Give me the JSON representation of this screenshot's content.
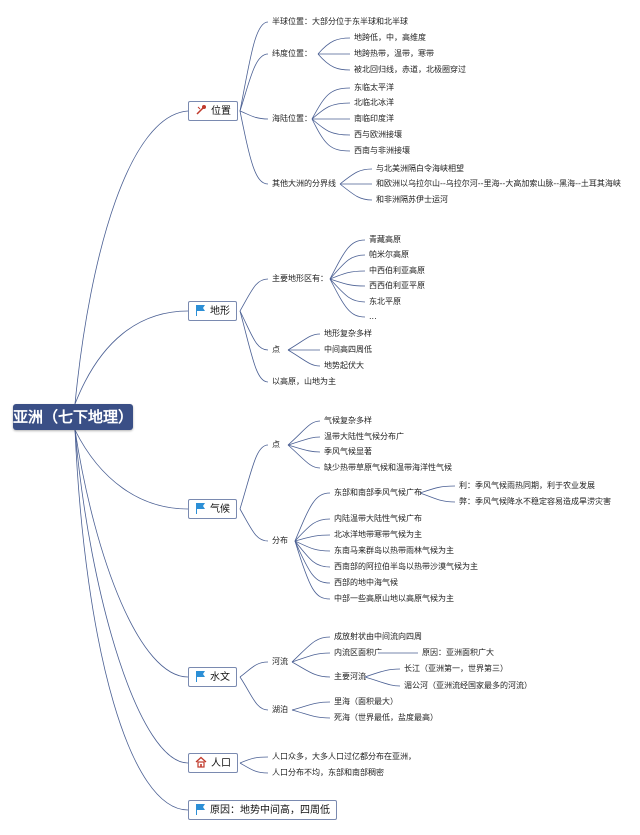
{
  "root": "亚洲（七下地理）",
  "position": {
    "label": "位置",
    "hemisphere": "半球位置：大部分位于东半球和北半球",
    "latitude_label": "纬度位置：",
    "latitude_items": [
      "地跨低，中，高维度",
      "地跨热带，温带，寒带",
      "被北回归线，赤道，北极圈穿过"
    ],
    "sea_land_label": "海陆位置：",
    "sea_land_items": [
      "东临太平洋",
      "北临北冰洋",
      "南临印度洋",
      "西与欧洲接壤",
      "西南与非洲接壤"
    ],
    "boundary_label": "其他大洲的分界线",
    "boundary_items": [
      "与北美洲隔白令海峡相望",
      "和欧洲以乌拉尔山--乌拉尔河--里海--大高加索山脉--黑海--土耳其海峡",
      "和非洲隔苏伊士运河"
    ]
  },
  "terrain": {
    "label": "地形",
    "main_label": "主要地形区有：",
    "main_items": [
      "青藏高原",
      "帕米尔高原",
      "中西伯利亚高原",
      "西西伯利亚平原",
      "东北平原",
      "..."
    ],
    "feature_label": "点",
    "feature_items": [
      "地形复杂多样",
      "中间高四周低",
      "地势起伏大"
    ],
    "summary": "以高原，山地为主"
  },
  "climate": {
    "label": "气候",
    "feature_label": "点",
    "feature_items": [
      "气候复杂多样",
      "温带大陆性气候分布广",
      "季风气候显著",
      "缺少热带草原气候和温带海洋性气候"
    ],
    "dist_label": "分布",
    "monsoon": "东部和南部季风气候广布",
    "pro": "利：季风气候雨热同期，利于农业发展",
    "con": "弊：季风气候降水不稳定容易造成旱涝灾害",
    "dist_items": [
      "内陆温带大陆性气候广布",
      "北冰洋地带寒带气候为主",
      "东南马来群岛以热带雨林气候为主",
      "西南部的阿拉伯半岛以热带沙漠气候为主",
      "西部的地中海气候",
      "中部一些高原山地以高原气候为主"
    ]
  },
  "hydro": {
    "label": "水文",
    "river_label": "河流",
    "radial": "成放射状由中间流向四周",
    "inland": "内流区面积广",
    "reason": "原因：亚洲面积广大",
    "main_label": "主要河流",
    "rivers": [
      "长江（亚洲第一，世界第三）",
      "湄公河（亚洲流经国家最多的河流）"
    ],
    "lake_label": "湖泊",
    "lakes": [
      "里海（面积最大）",
      "死海（世界最低，盐度最高）"
    ]
  },
  "population": {
    "label": "人口",
    "items": [
      "人口众多，大多人口过亿都分布在亚洲，",
      "人口分布不均，东部和南部稠密"
    ]
  },
  "reason": {
    "label": "原因：地势中间高，四周低"
  },
  "colors": {
    "link": "#4a5f93",
    "root": "#3a4f86",
    "flag": "#2c8fd6"
  }
}
